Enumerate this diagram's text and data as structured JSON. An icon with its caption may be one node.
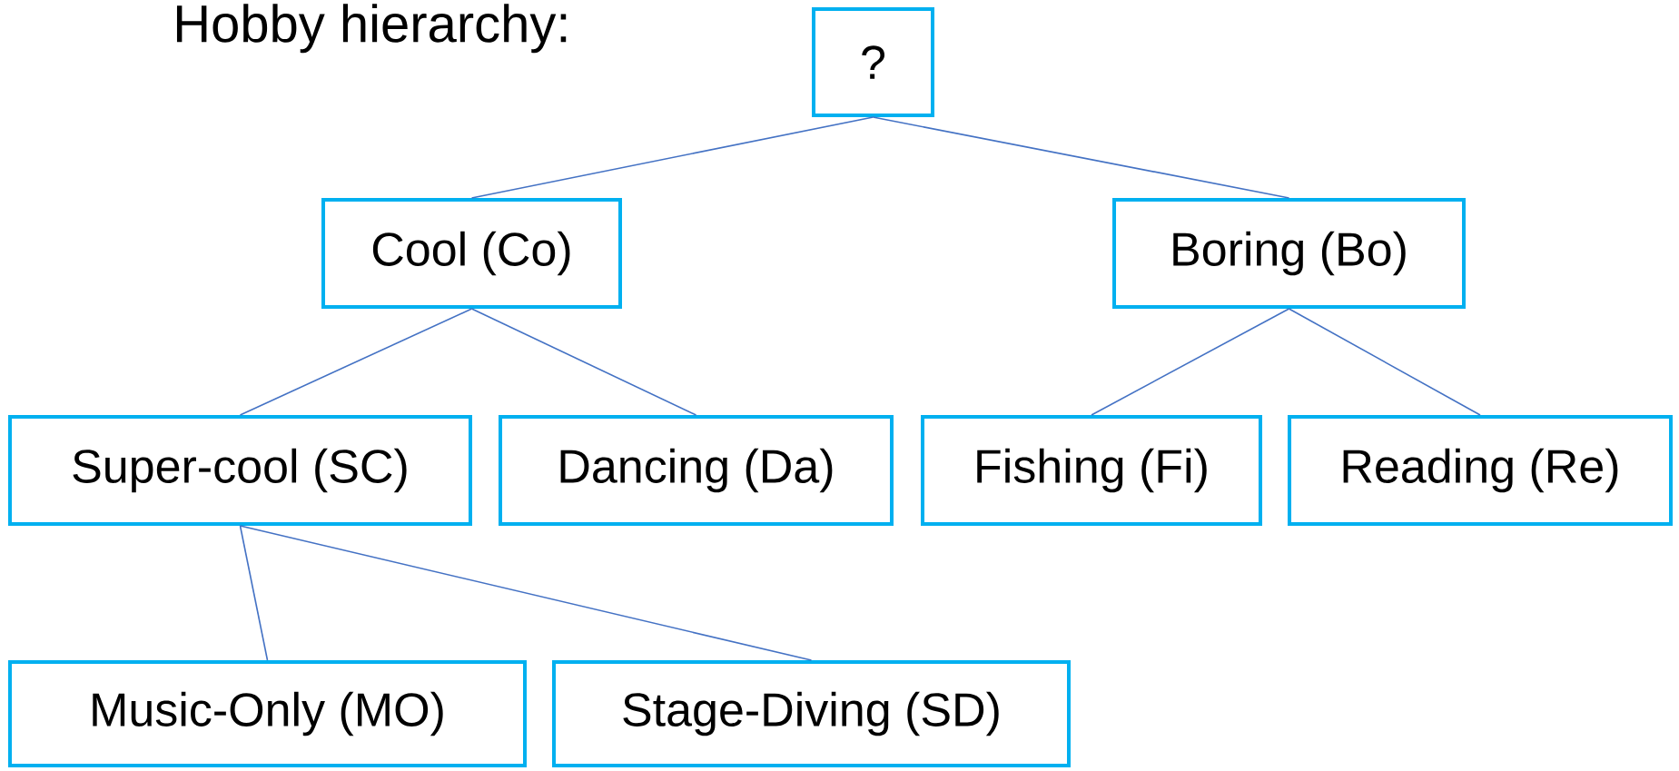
{
  "diagram": {
    "title": "Hobby hierarchy:",
    "nodes": [
      {
        "text": [
          "?"
        ]
      },
      {
        "text": [
          "Cool (Co)"
        ]
      },
      {
        "text": [
          "Boring (Bo)"
        ]
      },
      {
        "text": [
          "Super-cool (SC)"
        ]
      },
      {
        "text": [
          "Dancing (Da)"
        ]
      },
      {
        "text": [
          "Fishing (Fi)"
        ]
      },
      {
        "text": [
          "Reading (Re)"
        ]
      },
      {
        "text": [
          "Music-Only (MO)"
        ]
      },
      {
        "text": [
          "Stage-Diving (SD)"
        ]
      }
    ],
    "edges": [
      {
        "from": 0,
        "to": 1,
        "arrow": "none"
      },
      {
        "from": 0,
        "to": 2,
        "arrow": "none"
      },
      {
        "from": 1,
        "to": 3,
        "arrow": "none"
      },
      {
        "from": 1,
        "to": 4,
        "arrow": "none"
      },
      {
        "from": 2,
        "to": 5,
        "arrow": "none"
      },
      {
        "from": 2,
        "to": 6,
        "arrow": "none"
      },
      {
        "from": 3,
        "to": 7,
        "arrow": "none"
      },
      {
        "from": 3,
        "to": 8,
        "arrow": "none"
      }
    ]
  }
}
